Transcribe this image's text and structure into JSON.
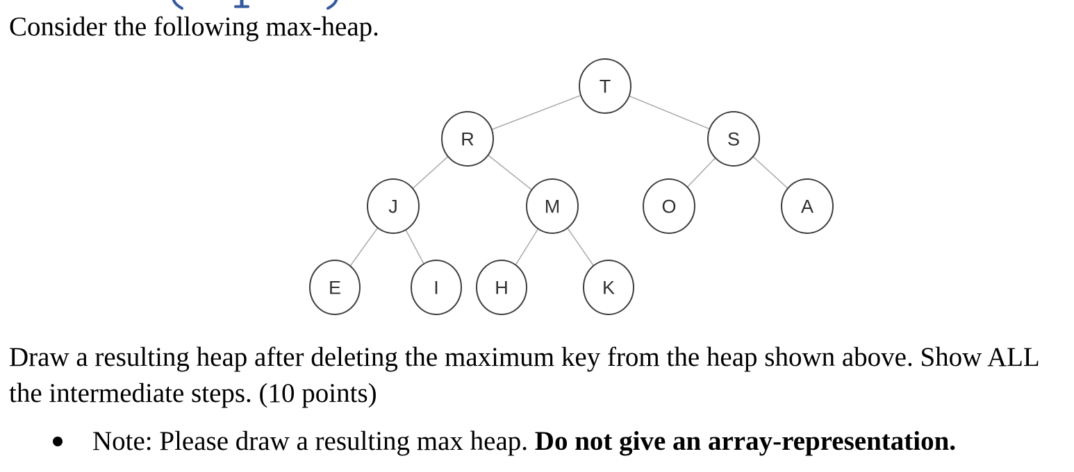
{
  "document": {
    "header_fragment": {
      "color": "#35599e",
      "glyphs": [
        "(",
        "p",
        ")"
      ]
    },
    "intro_text": "Consider the following max-heap.",
    "question_line1": "Draw a resulting heap after deleting the maximum key from the heap shown above. Show ALL",
    "question_line2": "the intermediate steps. (10 points)",
    "note_regular": "Note: Please draw a resulting max heap. ",
    "note_bold": "Do not give an array-representation."
  },
  "heap": {
    "type": "max-heap",
    "level_order": [
      "T",
      "R",
      "S",
      "J",
      "M",
      "O",
      "A",
      "E",
      "I",
      "H",
      "K"
    ],
    "nodes": [
      {
        "label": "T",
        "parent": null
      },
      {
        "label": "R",
        "parent": "T"
      },
      {
        "label": "S",
        "parent": "T"
      },
      {
        "label": "J",
        "parent": "R"
      },
      {
        "label": "M",
        "parent": "R"
      },
      {
        "label": "O",
        "parent": "S"
      },
      {
        "label": "A",
        "parent": "S"
      },
      {
        "label": "E",
        "parent": "J"
      },
      {
        "label": "I",
        "parent": "J"
      },
      {
        "label": "H",
        "parent": "M"
      },
      {
        "label": "K",
        "parent": "M"
      }
    ],
    "edges": [
      [
        "T",
        "R"
      ],
      [
        "T",
        "S"
      ],
      [
        "R",
        "J"
      ],
      [
        "R",
        "M"
      ],
      [
        "S",
        "O"
      ],
      [
        "S",
        "A"
      ],
      [
        "J",
        "E"
      ],
      [
        "J",
        "I"
      ],
      [
        "M",
        "H"
      ],
      [
        "M",
        "K"
      ]
    ],
    "node_stroke_color": "#3d3d3d",
    "edge_color": "#a9a9a9",
    "label_color": "#2f2f2f"
  }
}
